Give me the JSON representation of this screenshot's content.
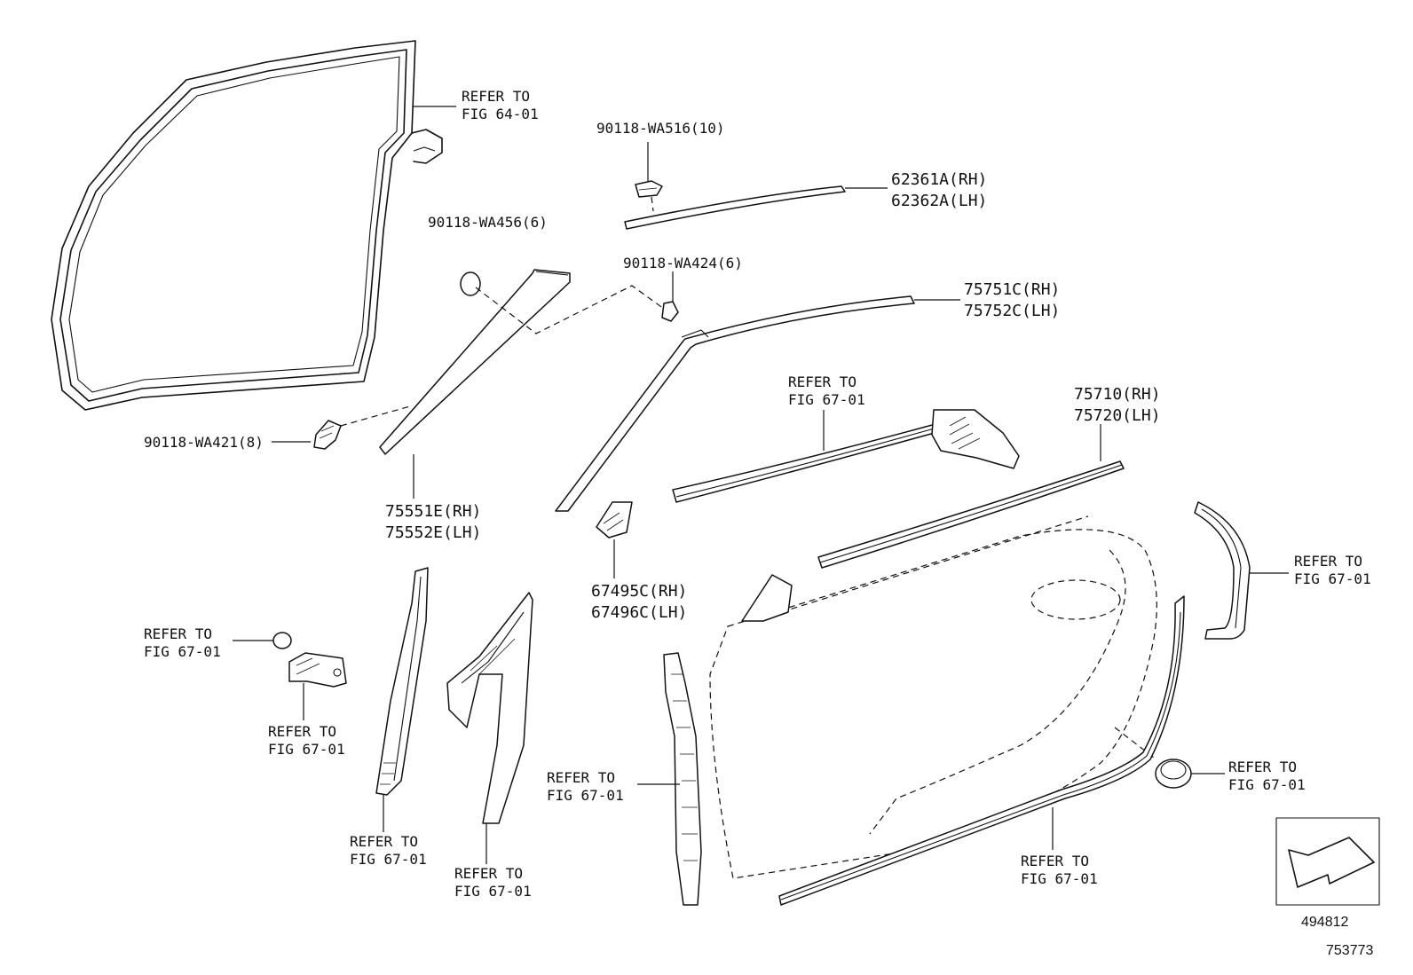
{
  "labels": {
    "refer_fig_64_01": [
      "REFER TO",
      "FIG 64-01"
    ],
    "refer_top_67_01": [
      "REFER TO",
      "FIG 67-01"
    ],
    "refer_right_upper": [
      "REFER TO",
      "FIG 67-01"
    ],
    "refer_left_bracket": [
      "REFER TO",
      "FIG 67-01"
    ],
    "refer_left_bracket_lower": [
      "REFER TO",
      "FIG 67-01"
    ],
    "refer_center_strip": [
      "REFER TO",
      "FIG 67-01"
    ],
    "refer_vertical_strip": [
      "REFER TO",
      "FIG 67-01"
    ],
    "refer_triangle": [
      "REFER TO",
      "FIG 67-01"
    ],
    "refer_bottom_weatherstrip": [
      "REFER TO",
      "FIG 67-01"
    ],
    "refer_right_plug": [
      "REFER TO",
      "FIG 67-01"
    ]
  },
  "parts": {
    "clip_wa516": "90118-WA516(10)",
    "clip_wa456": "90118-WA456(6)",
    "clip_wa424": "90118-WA424(6)",
    "clip_wa421": "90118-WA421(8)",
    "molding_62361a": [
      "62361A(RH)",
      "62362A(LH)"
    ],
    "molding_75751c": [
      "75751C(RH)",
      "75752C(LH)"
    ],
    "weatherstrip_75710": [
      "75710(RH)",
      "75720(LH)"
    ],
    "garnish_75551e": [
      "75551E(RH)",
      "75552E(LH)"
    ],
    "bracket_67495c": [
      "67495C(RH)",
      "67496C(LH)"
    ]
  },
  "footer": {
    "illustration_id": "494812",
    "catalog_id": "753773"
  }
}
